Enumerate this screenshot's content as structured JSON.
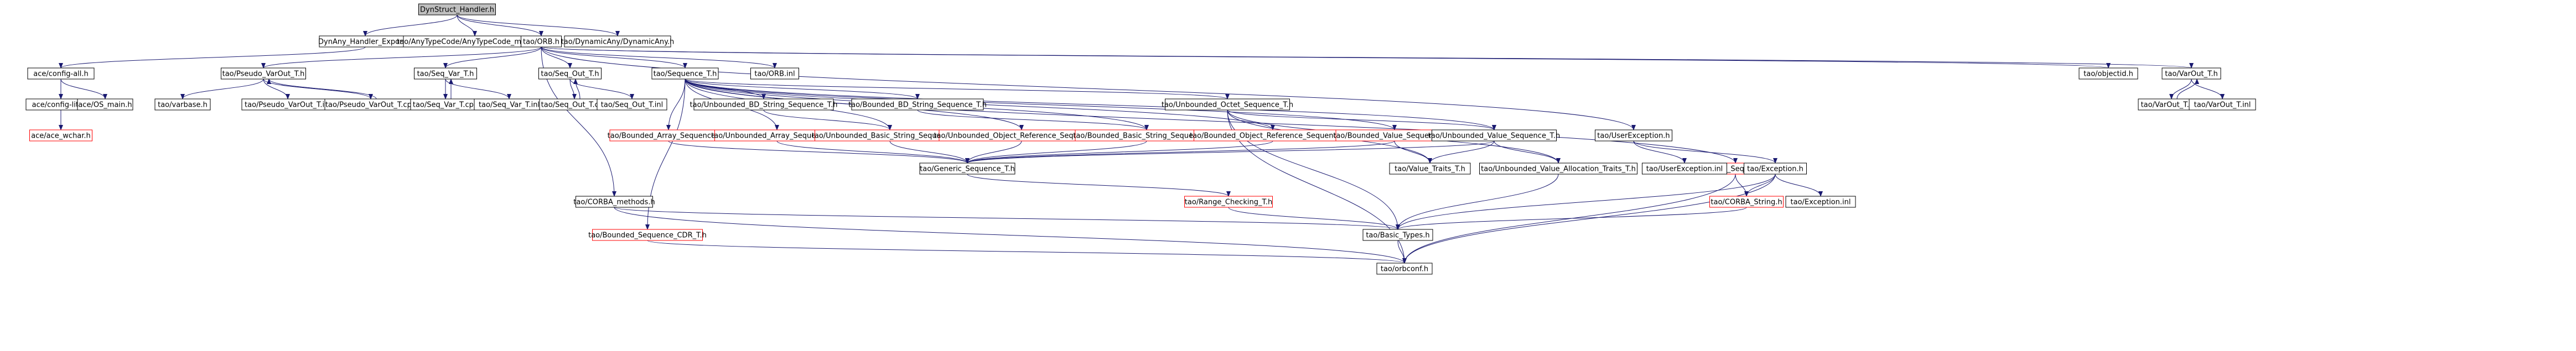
{
  "colors": {
    "background": "#ffffff",
    "edge": "#191970",
    "node_border_normal": "#000000",
    "node_border_missing": "#ff0000",
    "node_fill_root": "#bfbfbf",
    "node_fill": "#ffffff"
  },
  "nodes": [
    {
      "id": "root",
      "label": "DynStruct_Handler.h",
      "style": "root"
    },
    {
      "id": "dynany",
      "label": "DynAny_Handler_Export.h",
      "style": "normal"
    },
    {
      "id": "anytc",
      "label": "tao/AnyTypeCode/AnyTypeCode_methods.h",
      "style": "normal"
    },
    {
      "id": "orb",
      "label": "tao/ORB.h",
      "style": "normal"
    },
    {
      "id": "dynamic",
      "label": "tao/DynamicAny/DynamicAny.h",
      "style": "normal"
    },
    {
      "id": "configall",
      "label": "ace/config-all.h",
      "style": "normal"
    },
    {
      "id": "configlite",
      "label": "ace/config-lite.h",
      "style": "normal"
    },
    {
      "id": "osmain",
      "label": "ace/OS_main.h",
      "style": "normal"
    },
    {
      "id": "wchar",
      "label": "ace/ace_wchar.h",
      "style": "missing"
    },
    {
      "id": "pvo",
      "label": "tao/Pseudo_VarOut_T.h",
      "style": "normal"
    },
    {
      "id": "varbase",
      "label": "tao/varbase.h",
      "style": "normal"
    },
    {
      "id": "pvoinl",
      "label": "tao/Pseudo_VarOut_T.inl",
      "style": "normal"
    },
    {
      "id": "pvocpp",
      "label": "tao/Pseudo_VarOut_T.cpp",
      "style": "normal"
    },
    {
      "id": "seqvar",
      "label": "tao/Seq_Var_T.h",
      "style": "normal"
    },
    {
      "id": "seqvarcpp",
      "label": "tao/Seq_Var_T.cpp",
      "style": "normal"
    },
    {
      "id": "seqvarinl",
      "label": "tao/Seq_Var_T.inl",
      "style": "normal"
    },
    {
      "id": "seqout",
      "label": "tao/Seq_Out_T.h",
      "style": "normal"
    },
    {
      "id": "seqoutcpp",
      "label": "tao/Seq_Out_T.cpp",
      "style": "normal"
    },
    {
      "id": "seqoutinl",
      "label": "tao/Seq_Out_T.inl",
      "style": "normal"
    },
    {
      "id": "sequence",
      "label": "tao/Sequence_T.h",
      "style": "normal"
    },
    {
      "id": "orbinl",
      "label": "tao/ORB.inl",
      "style": "normal"
    },
    {
      "id": "objectid",
      "label": "tao/objectid.h",
      "style": "normal"
    },
    {
      "id": "varout",
      "label": "tao/VarOut_T.h",
      "style": "normal"
    },
    {
      "id": "varoutcpp",
      "label": "tao/VarOut_T.cpp",
      "style": "normal"
    },
    {
      "id": "varoutinl",
      "label": "tao/VarOut_T.inl",
      "style": "normal"
    },
    {
      "id": "ubdstr",
      "label": "tao/Unbounded_BD_String_Sequence_T.h",
      "style": "normal"
    },
    {
      "id": "bbdstr",
      "label": "tao/Bounded_BD_String_Sequence_T.h",
      "style": "normal"
    },
    {
      "id": "uoctet",
      "label": "tao/Unbounded_Octet_Sequence_T.h",
      "style": "normal"
    },
    {
      "id": "barray",
      "label": "tao/Bounded_Array_Sequence_T.h",
      "style": "missing"
    },
    {
      "id": "uarray",
      "label": "tao/Unbounded_Array_Sequence_T.h",
      "style": "missing"
    },
    {
      "id": "ubasicstr",
      "label": "tao/Unbounded_Basic_String_Sequence_T.h",
      "style": "missing"
    },
    {
      "id": "uobjref",
      "label": "tao/Unbounded_Object_Reference_Sequence_T.h",
      "style": "missing"
    },
    {
      "id": "bbasicstr",
      "label": "tao/Bounded_Basic_String_Sequence_T.h",
      "style": "missing"
    },
    {
      "id": "bobjref",
      "label": "tao/Bounded_Object_Reference_Sequence_T.h",
      "style": "missing"
    },
    {
      "id": "bvalue",
      "label": "tao/Bounded_Value_Sequence_T.h",
      "style": "missing"
    },
    {
      "id": "uvalue",
      "label": "tao/Unbounded_Value_Sequence_T.h",
      "style": "normal"
    },
    {
      "id": "userexc",
      "label": "tao/UserException.h",
      "style": "normal"
    },
    {
      "id": "generic",
      "label": "tao/Generic_Sequence_T.h",
      "style": "normal"
    },
    {
      "id": "valtraits",
      "label": "tao/Value_Traits_T.h",
      "style": "normal"
    },
    {
      "id": "valalloc",
      "label": "tao/Unbounded_Value_Allocation_Traits_T.h",
      "style": "normal"
    },
    {
      "id": "ucdr",
      "label": "tao/Unbounded_Sequence_CDR_T.h",
      "style": "missing"
    },
    {
      "id": "userexcinl",
      "label": "tao/UserException.inl",
      "style": "normal"
    },
    {
      "id": "exception",
      "label": "tao/Exception.h",
      "style": "normal"
    },
    {
      "id": "corbamethods",
      "label": "tao/CORBA_methods.h",
      "style": "normal"
    },
    {
      "id": "rangecheck",
      "label": "tao/Range_Checking_T.h",
      "style": "missing"
    },
    {
      "id": "corbastring",
      "label": "tao/CORBA_String.h",
      "style": "missing"
    },
    {
      "id": "exceptioninl",
      "label": "tao/Exception.inl",
      "style": "normal"
    },
    {
      "id": "bcdr",
      "label": "tao/Bounded_Sequence_CDR_T.h",
      "style": "missing"
    },
    {
      "id": "basictypes",
      "label": "tao/Basic_Types.h",
      "style": "normal"
    },
    {
      "id": "orbconf",
      "label": "tao/orbconf.h",
      "style": "normal"
    }
  ],
  "edges": [
    [
      "root",
      "dynany"
    ],
    [
      "root",
      "anytc"
    ],
    [
      "root",
      "orb"
    ],
    [
      "root",
      "dynamic"
    ],
    [
      "dynany",
      "configall"
    ],
    [
      "configall",
      "configlite"
    ],
    [
      "configall",
      "osmain"
    ],
    [
      "configlite",
      "wchar"
    ],
    [
      "orb",
      "pvo"
    ],
    [
      "orb",
      "seqvar"
    ],
    [
      "orb",
      "seqout"
    ],
    [
      "orb",
      "sequence"
    ],
    [
      "orb",
      "orbinl"
    ],
    [
      "orb",
      "objectid"
    ],
    [
      "orb",
      "varout"
    ],
    [
      "orb",
      "userexc"
    ],
    [
      "orb",
      "corbamethods"
    ],
    [
      "pvo",
      "varbase"
    ],
    [
      "pvo",
      "pvoinl"
    ],
    [
      "pvo",
      "pvocpp"
    ],
    [
      "pvocpp",
      "pvo"
    ],
    [
      "seqvar",
      "seqvarcpp"
    ],
    [
      "seqvar",
      "seqvarinl"
    ],
    [
      "seqvarcpp",
      "seqvar"
    ],
    [
      "seqout",
      "seqoutcpp"
    ],
    [
      "seqout",
      "seqoutinl"
    ],
    [
      "seqoutcpp",
      "seqout"
    ],
    [
      "varout",
      "varoutcpp"
    ],
    [
      "varout",
      "varoutinl"
    ],
    [
      "varoutcpp",
      "varout"
    ],
    [
      "sequence",
      "ubdstr"
    ],
    [
      "sequence",
      "bbdstr"
    ],
    [
      "sequence",
      "uoctet"
    ],
    [
      "sequence",
      "barray"
    ],
    [
      "sequence",
      "uarray"
    ],
    [
      "sequence",
      "ubasicstr"
    ],
    [
      "sequence",
      "uobjref"
    ],
    [
      "sequence",
      "bbasicstr"
    ],
    [
      "sequence",
      "bobjref"
    ],
    [
      "sequence",
      "bvalue"
    ],
    [
      "sequence",
      "uvalue"
    ],
    [
      "sequence",
      "ucdr"
    ],
    [
      "sequence",
      "bcdr"
    ],
    [
      "ubdstr",
      "ubasicstr"
    ],
    [
      "bbdstr",
      "bbasicstr"
    ],
    [
      "barray",
      "generic"
    ],
    [
      "uarray",
      "generic"
    ],
    [
      "ubasicstr",
      "generic"
    ],
    [
      "uobjref",
      "generic"
    ],
    [
      "bbasicstr",
      "generic"
    ],
    [
      "bobjref",
      "generic"
    ],
    [
      "bvalue",
      "generic"
    ],
    [
      "bvalue",
      "valtraits"
    ],
    [
      "uvalue",
      "generic"
    ],
    [
      "uvalue",
      "valtraits"
    ],
    [
      "uvalue",
      "valalloc"
    ],
    [
      "uoctet",
      "uvalue"
    ],
    [
      "uoctet",
      "valtraits"
    ],
    [
      "uoctet",
      "valalloc"
    ],
    [
      "uoctet",
      "basictypes"
    ],
    [
      "uoctet",
      "orbconf"
    ],
    [
      "generic",
      "rangecheck"
    ],
    [
      "rangecheck",
      "basictypes"
    ],
    [
      "valalloc",
      "basictypes"
    ],
    [
      "ucdr",
      "corbastring"
    ],
    [
      "ucdr",
      "orbconf"
    ],
    [
      "userexc",
      "userexcinl"
    ],
    [
      "userexc",
      "exception"
    ],
    [
      "exception",
      "corbastring"
    ],
    [
      "exception",
      "exceptioninl"
    ],
    [
      "exception",
      "basictypes"
    ],
    [
      "exception",
      "orbconf"
    ],
    [
      "corbastring",
      "basictypes"
    ],
    [
      "corbamethods",
      "basictypes"
    ],
    [
      "corbamethods",
      "orbconf"
    ],
    [
      "bcdr",
      "orbconf"
    ],
    [
      "basictypes",
      "orbconf"
    ]
  ]
}
